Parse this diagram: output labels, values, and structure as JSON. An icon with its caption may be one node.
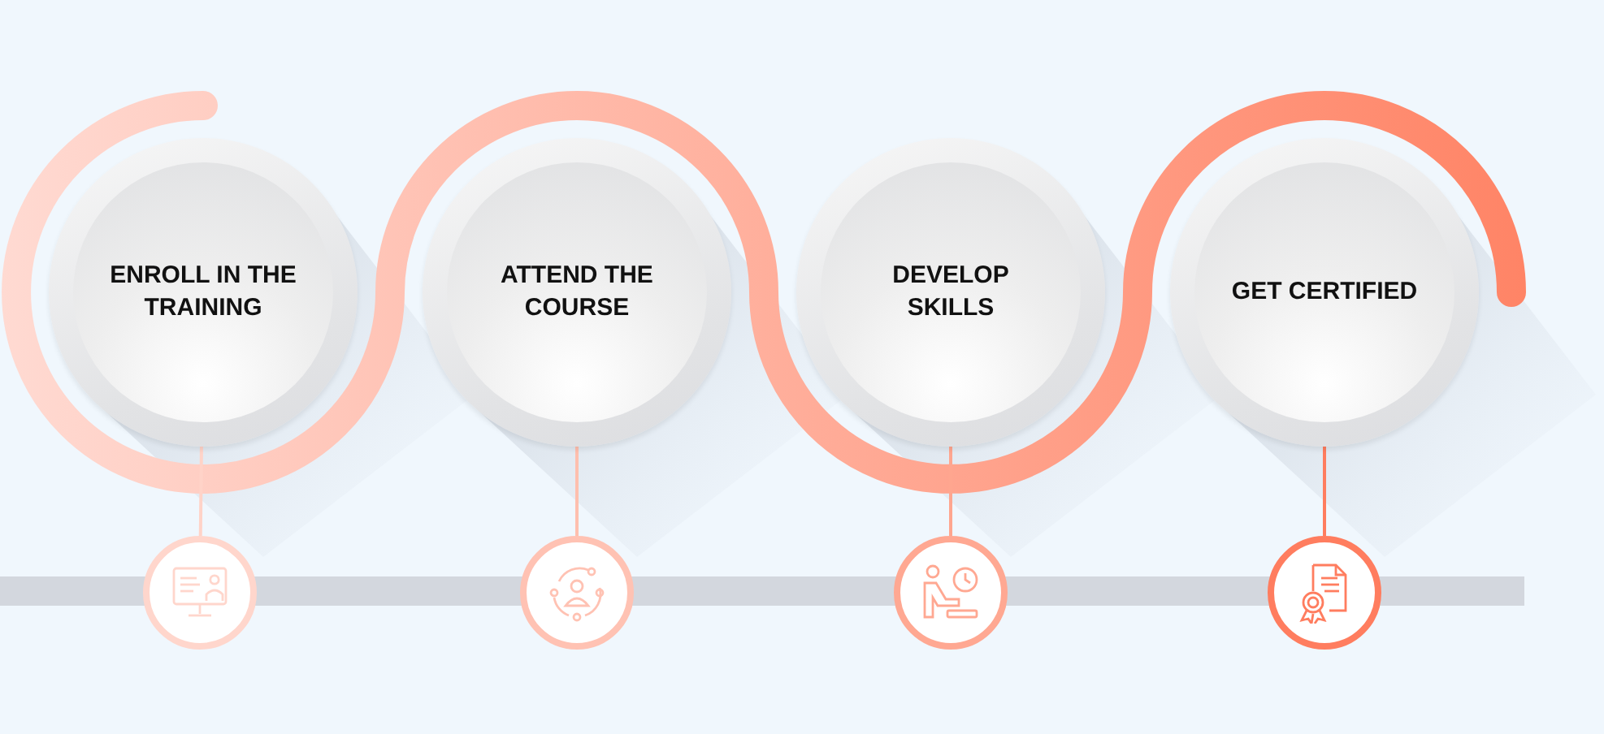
{
  "diagram": {
    "nodes": [
      {
        "text": [
          "ENROLL IN THE TRAINING"
        ]
      },
      {
        "text": [
          "ATTEND THE COURSE"
        ]
      },
      {
        "text": [
          "DEVELOP SKILLS"
        ]
      },
      {
        "text": [
          "GET CERTIFIED"
        ]
      },
      {
        "text": [],
        "shape": "circle"
      },
      {
        "text": [],
        "shape": "circle"
      },
      {
        "text": [],
        "shape": "circle"
      },
      {
        "text": [],
        "shape": "circle"
      },
      {
        "text": [],
        "shape": "bar"
      }
    ],
    "edges": [
      {
        "from": 0,
        "to": 4,
        "arrow": "none",
        "color": "#ffd3c8"
      },
      {
        "from": 1,
        "to": 5,
        "arrow": "none",
        "color": "#ffbfae"
      },
      {
        "from": 2,
        "to": 6,
        "arrow": "none",
        "color": "#ffa68f"
      },
      {
        "from": 3,
        "to": 7,
        "arrow": "none",
        "color": "#ff7d5f"
      }
    ]
  }
}
